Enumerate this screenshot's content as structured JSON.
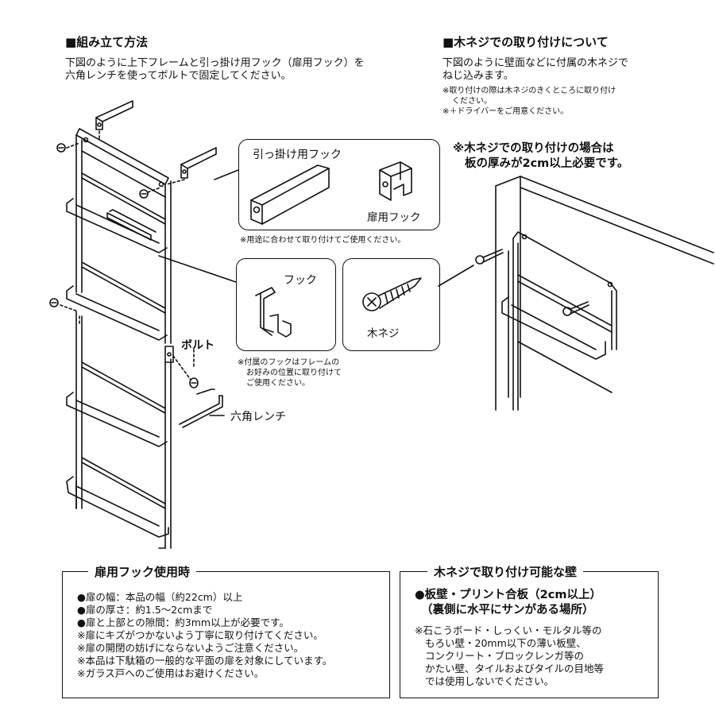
{
  "assembly": {
    "title": "■組み立て方法",
    "desc_line1": "下図のように上下フレームと引っ掛け用フック（扉用フック）を",
    "desc_line2": "六角レンチを使ってボルトで固定してください。"
  },
  "screw_install": {
    "title": "■木ネジでの取り付けについて",
    "desc_line1": "下図のように壁面などに付属の木ネジで",
    "desc_line2": "ねじ込みます。",
    "note1_line1": "※取り付けの際は木ネジのきくところに取り付け",
    "note1_line2": "ください。",
    "note2": "※＋ドライバーをご用意ください。",
    "warning_line1": "※木ネジでの取り付けの場合は",
    "warning_line2": "板の厚みが2cm以上必要です。"
  },
  "parts": {
    "hang_hook": "引っ掛け用フック",
    "door_hook": "扉用フック",
    "usage_note": "※用途に合わせて取り付けてご使用ください。",
    "hook": "フック",
    "wood_screw": "木ネジ",
    "hook_note_line1": "※付属のフックはフレームの",
    "hook_note_line2": "お好みの位置に取り付けて",
    "hook_note_line3": "ご使用ください。",
    "bolt": "ボルト",
    "hex_wrench": "六角レンチ"
  },
  "door_hook_panel": {
    "title": "扉用フック使用時",
    "items": [
      "●扉の幅：本品の幅（約22cm）以上",
      "●扉の厚さ：約1.5～2cmまで",
      "●扉と上部との隙間：約3mm以上が必要です。",
      "※扉にキズがつかないよう丁寧に取り付けてください。",
      "※扉の開閉の妨げにならないようご注意ください。",
      "※本品は下駄箱の一般的な平面の扉を対象にしています。",
      "※ガラス戸へのご使用はお避けください。"
    ]
  },
  "wall_panel": {
    "title": "木ネジで取り付け可能な壁",
    "heading_line1": "●板壁・プリント合板（2cm以上）",
    "heading_line2": "（裏側に水平にサンがある場所）",
    "items": [
      "※石こうボード・しっくい・モルタル等の",
      "もろい壁・20mm以下の薄い板壁、",
      "コンクリート・ブロックレンガ等の",
      "かたい壁、タイルおよびタイルの目地等",
      "では使用しないでください。"
    ]
  },
  "colors": {
    "ink": "#111111",
    "background": "#ffffff"
  }
}
